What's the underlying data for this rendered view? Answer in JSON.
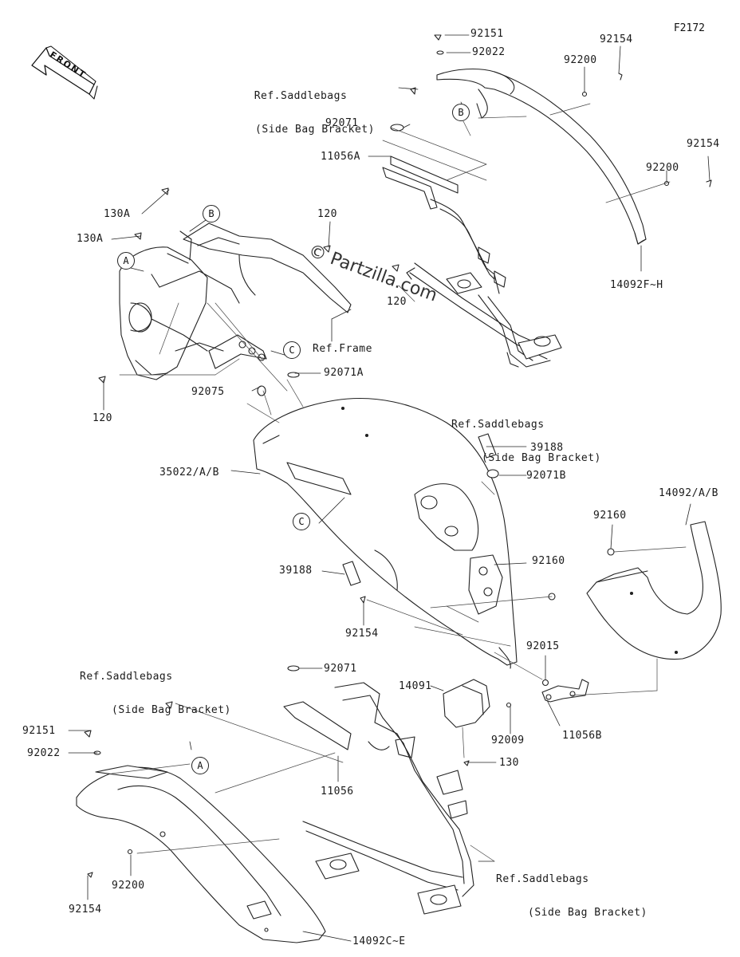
{
  "diagram_code": "F2172",
  "front_label": "FRONT",
  "watermark": "© Partzilla.com",
  "labels": {
    "p92151_top": "92151",
    "p92022_top": "92022",
    "p92154_top": "92154",
    "p92200_top": "92200",
    "ref_saddlebags_top_l1": "Ref.Saddlebags",
    "ref_saddlebags_top_l2": "(Side Bag Bracket)",
    "p92071_top": "92071",
    "p11056A": "11056A",
    "p92154_r": "92154",
    "p92200_r": "92200",
    "p14092FH": "14092F~H",
    "p130A_1": "130A",
    "p130A_2": "130A",
    "p120_top": "120",
    "p120_mid": "120",
    "p120_left": "120",
    "ref_frame": "Ref.Frame",
    "p92071A": "92071A",
    "p92075": "92075",
    "ref_saddlebags_mid_l1": "Ref.Saddlebags",
    "ref_saddlebags_mid_l2": "(Side Bag Bracket)",
    "p39188_r": "39188",
    "p35022AB": "35022/A/B",
    "p92071B": "92071B",
    "p14092AB": "14092/A/B",
    "p92160_1": "92160",
    "p92160_2": "92160",
    "p39188_l": "39188",
    "p92154_c": "92154",
    "ref_saddlebags_low_l1": "Ref.Saddlebags",
    "ref_saddlebags_low_l2": "(Side Bag Bracket)",
    "p92071_low": "92071",
    "p92015": "92015",
    "p14091": "14091",
    "p92151_low": "92151",
    "p92022_low": "92022",
    "p92009": "92009",
    "p11056B": "11056B",
    "p130": "130",
    "p11056": "11056",
    "ref_saddlebags_bot_l1": "Ref.Saddlebags",
    "ref_saddlebags_bot_l2": "(Side Bag Bracket)",
    "p92200_bot": "92200",
    "p92154_bot": "92154",
    "p14092CE": "14092C~E"
  },
  "callouts": {
    "B1": "B",
    "B2": "B",
    "A1": "A",
    "A2": "A",
    "C1": "C",
    "C2": "C"
  }
}
